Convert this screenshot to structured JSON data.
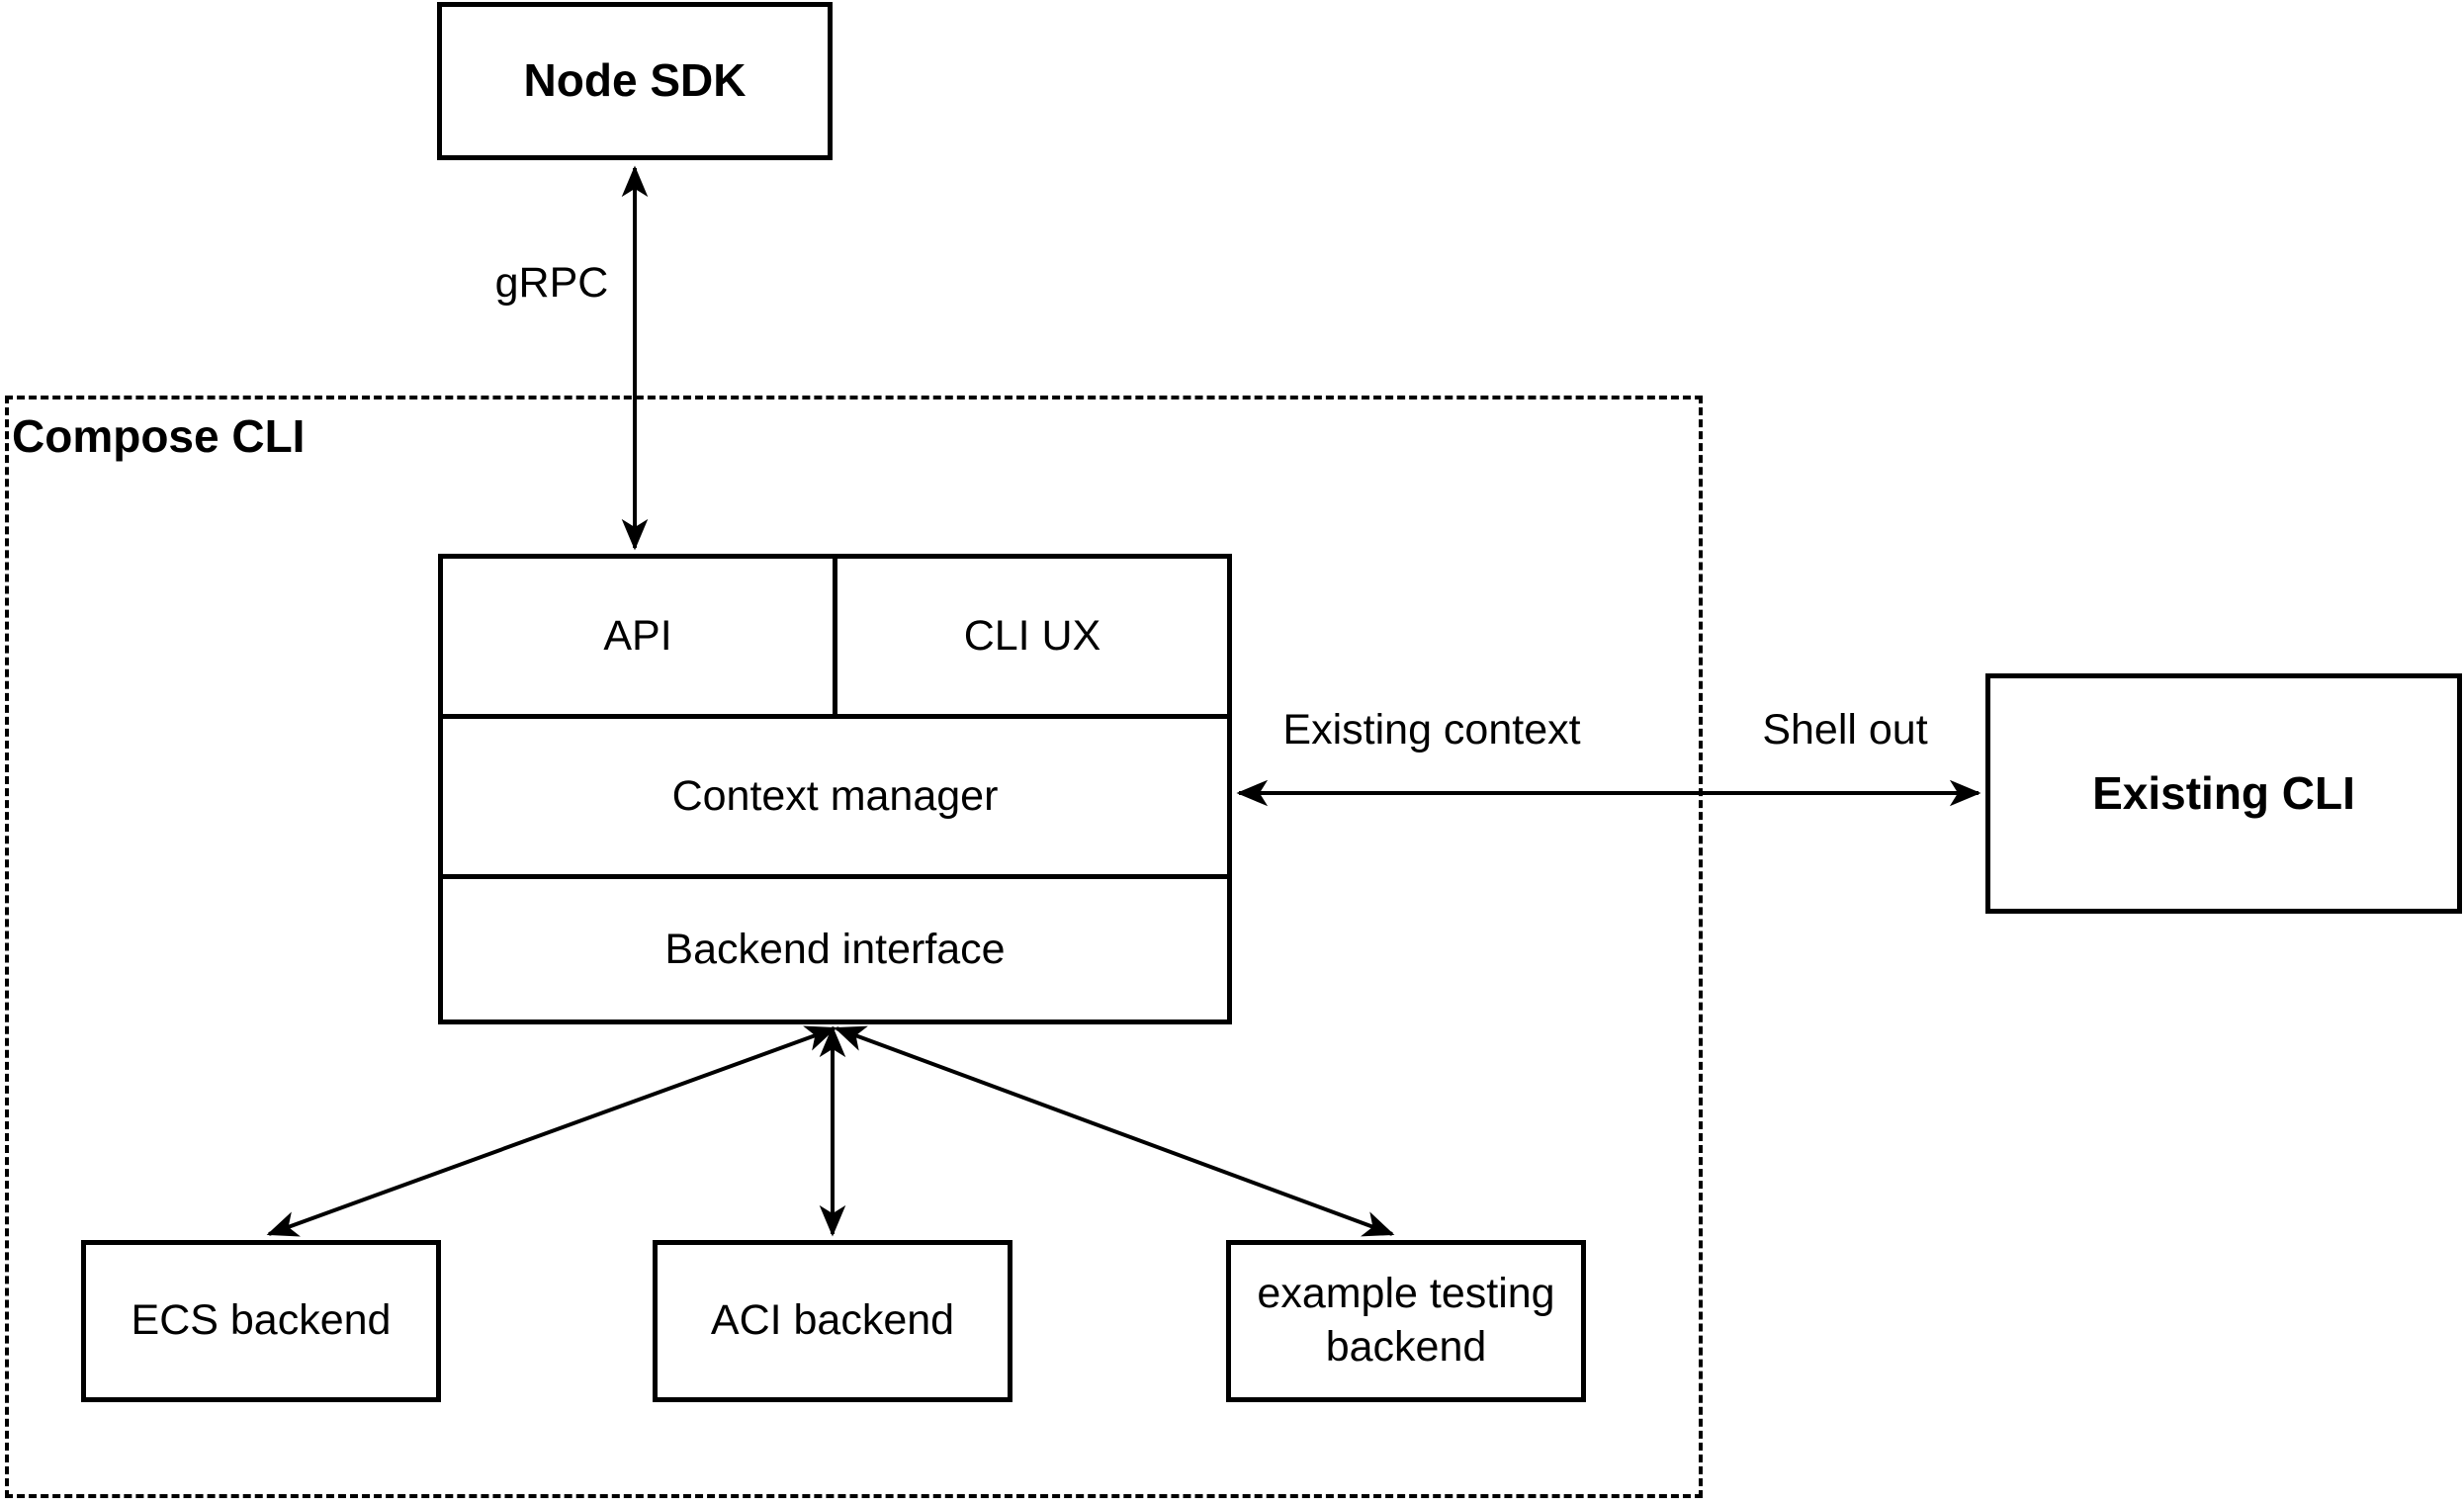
{
  "diagram": {
    "container": {
      "label": "Compose CLI"
    },
    "nodes": {
      "node_sdk": "Node SDK",
      "api": "API",
      "cli_ux": "CLI UX",
      "context_manager": "Context manager",
      "backend_interface": "Backend interface",
      "ecs_backend": "ECS backend",
      "aci_backend": "ACI backend",
      "example_testing_backend": "example testing backend",
      "existing_cli": "Existing CLI"
    },
    "edge_labels": {
      "grpc": "gRPC",
      "existing_context": "Existing context",
      "shell_out": "Shell out"
    },
    "colors": {
      "line": "#000000",
      "fill": "#ffffff",
      "text": "#000000",
      "background": "#ffffff"
    }
  }
}
